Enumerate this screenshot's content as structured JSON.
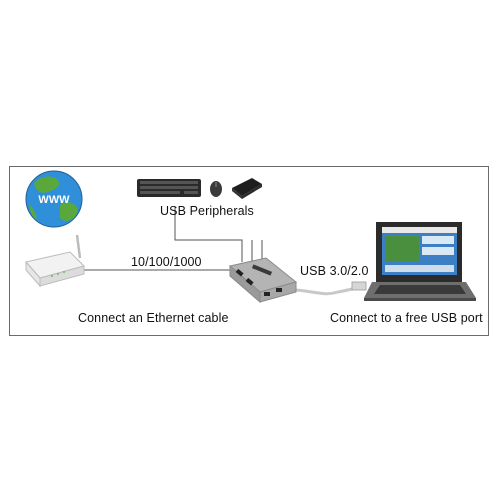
{
  "labels": {
    "www": "WWW",
    "usb_peripherals": "USB Peripherals",
    "speed": "10/100/1000",
    "usb_version": "USB 3.0/2.0",
    "ethernet": "Connect an Ethernet cable",
    "usb_port": "Connect to a free USB port"
  },
  "colors": {
    "frame": "#6b6b6b",
    "line": "#555555",
    "globe_ocean": "#2f8fd8",
    "globe_land": "#5aa83c",
    "hub_body": "#9a9a9a",
    "screen": "#3d7fc4"
  },
  "icons": [
    "globe-icon",
    "router-icon",
    "keyboard-icon",
    "mouse-icon",
    "optical-drive-icon",
    "usb-hub-icon",
    "laptop-icon"
  ]
}
